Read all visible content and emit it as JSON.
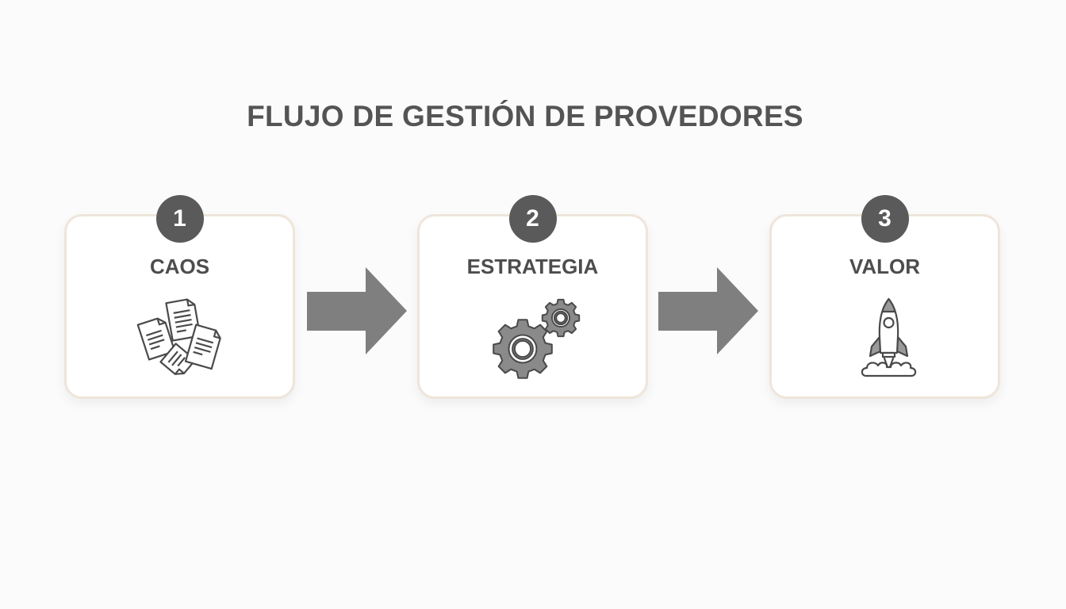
{
  "title": "FLUJO DE GESTIÓN DE PROVEDORES",
  "colors": {
    "background": "#fbfbfb",
    "card_border": "#efe5da",
    "badge": "#5a5a5a",
    "text": "#4d4d4d",
    "arrow": "#7f7f7f",
    "icon_fill": "#8a8a8a",
    "icon_stroke": "#4a4a4a"
  },
  "steps": [
    {
      "number": "1",
      "label": "CAOS",
      "icon": "scattered-documents-icon"
    },
    {
      "number": "2",
      "label": "ESTRATEGIA",
      "icon": "gears-icon"
    },
    {
      "number": "3",
      "label": "VALOR",
      "icon": "rocket-icon"
    }
  ],
  "connectors": [
    {
      "from": "1",
      "to": "2",
      "icon": "arrow-right-icon"
    },
    {
      "from": "2",
      "to": "3",
      "icon": "arrow-right-icon"
    }
  ]
}
